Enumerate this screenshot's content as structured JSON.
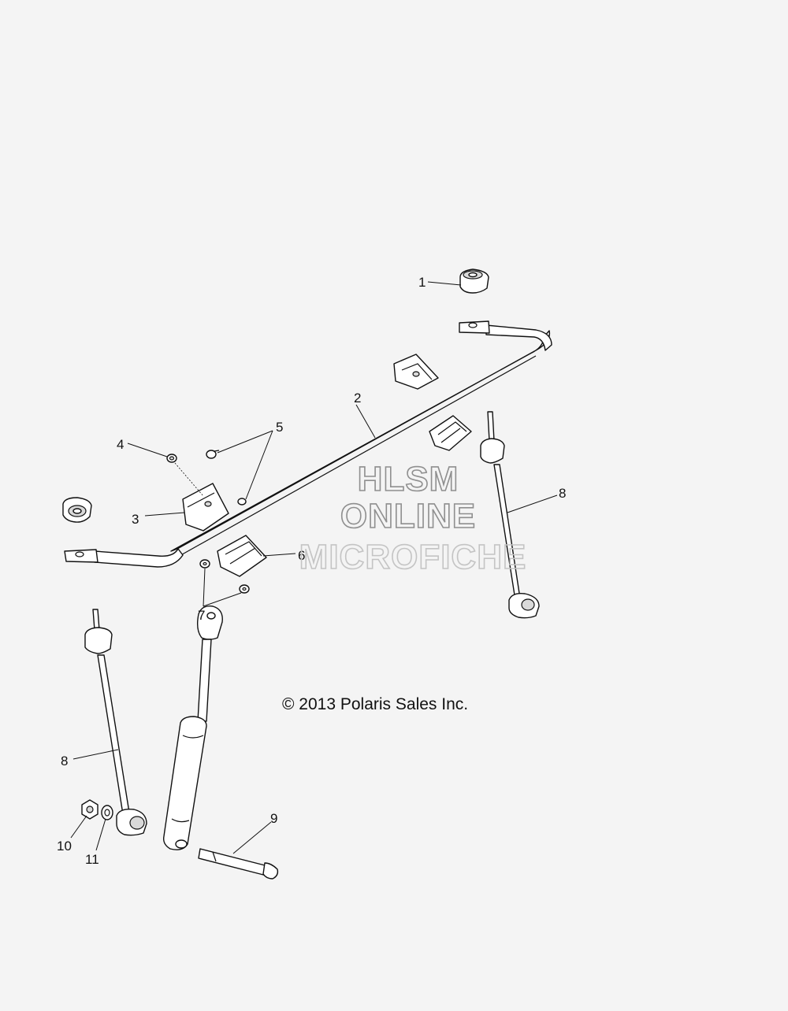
{
  "diagram": {
    "copyright": "© 2013 Polaris Sales Inc.",
    "watermark": [
      "HLSM",
      "ONLINE",
      "MICROFICHE"
    ],
    "callouts": [
      {
        "id": "c1",
        "label": "1"
      },
      {
        "id": "c2",
        "label": "2"
      },
      {
        "id": "c3",
        "label": "3"
      },
      {
        "id": "c4",
        "label": "4"
      },
      {
        "id": "c5",
        "label": "5"
      },
      {
        "id": "c6",
        "label": "6"
      },
      {
        "id": "c7",
        "label": "7"
      },
      {
        "id": "c8a",
        "label": "8"
      },
      {
        "id": "c8b",
        "label": "8"
      },
      {
        "id": "c9",
        "label": "9"
      },
      {
        "id": "c10",
        "label": "10"
      },
      {
        "id": "c11",
        "label": "11"
      }
    ]
  }
}
